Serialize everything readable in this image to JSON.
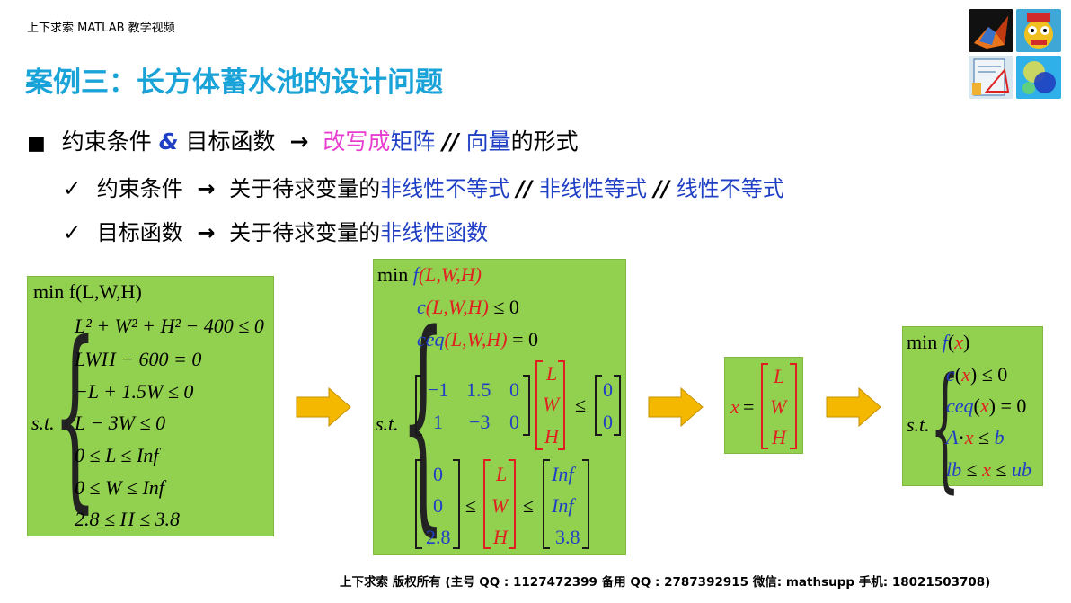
{
  "header": {
    "series": "上下求索 MATLAB 教学视频",
    "title": "案例三：长方体蓄水池的设计问题"
  },
  "bullet": {
    "main": {
      "p1": "约束条件",
      "amp": "&",
      "p2": "目标函数",
      "arrow": "→",
      "pink": "改写成",
      "blue1": "矩阵",
      "sep": "//",
      "blue2": "向量",
      "tail": "的形式"
    },
    "sub1": {
      "a": "约束条件",
      "arrow": "→",
      "b": "关于待求变量的",
      "c": "非线性不等式",
      "sep1": "//",
      "d": "非线性等式",
      "sep2": "//",
      "e": "线性不等式"
    },
    "sub2": {
      "a": "目标函数",
      "arrow": "→",
      "b": "关于待求变量的",
      "c": "非线性函数"
    },
    "check": "✓",
    "square": "■"
  },
  "box1": {
    "obj": "min  f(L,W,H)",
    "st": "s.t.",
    "c1": "L² + W² + H² − 400 ≤ 0",
    "c2": "LWH − 600 = 0",
    "c3": "−L + 1.5W ≤ 0",
    "c4": "L − 3W ≤ 0",
    "c5": "0 ≤ L ≤ Inf",
    "c6": "0 ≤ W ≤ Inf",
    "c7": "2.8 ≤ H ≤ 3.8"
  },
  "box2": {
    "min": "min",
    "f": "f",
    "args": "(L,W,H)",
    "c": "c",
    "ceq": "ceq",
    "le0": "≤ 0",
    "eq0": "= 0",
    "A": [
      [
        "−1",
        "1.5",
        "0"
      ],
      [
        "1",
        "−3",
        "0"
      ]
    ],
    "x": [
      "L",
      "W",
      "H"
    ],
    "b": [
      "0",
      "0"
    ],
    "lb": [
      "0",
      "0",
      "2.8"
    ],
    "ub": [
      "Inf",
      "Inf",
      "3.8"
    ],
    "le": "≤",
    "st": "s.t."
  },
  "box3": {
    "x": "x",
    "eq": "=",
    "vec": [
      "L",
      "W",
      "H"
    ]
  },
  "box4": {
    "min": "min",
    "f": "f",
    "xarg": "x",
    "c": "c",
    "ceq": "ceq",
    "le0": "≤ 0",
    "eq0": "= 0",
    "A": "A",
    "dot": "·",
    "b": "b",
    "lb": "lb",
    "ub": "ub",
    "le": "≤",
    "st": "s.t."
  },
  "footer": "上下求索  版权所有  (主号 QQ : 1127472399   备用 QQ : 2787392915   微信: mathsupp   手机: 18021503708)",
  "colors": {
    "title": "#1aa3d9",
    "green": "#92d050",
    "arrow": "#f5b800",
    "blue": "#1f3fc4",
    "red": "#e02020",
    "pink": "#e83ed0"
  },
  "icons": [
    "matlab-logo-icon",
    "robot-cartoon-icon",
    "blueprint-icon",
    "heatmap-icon"
  ]
}
